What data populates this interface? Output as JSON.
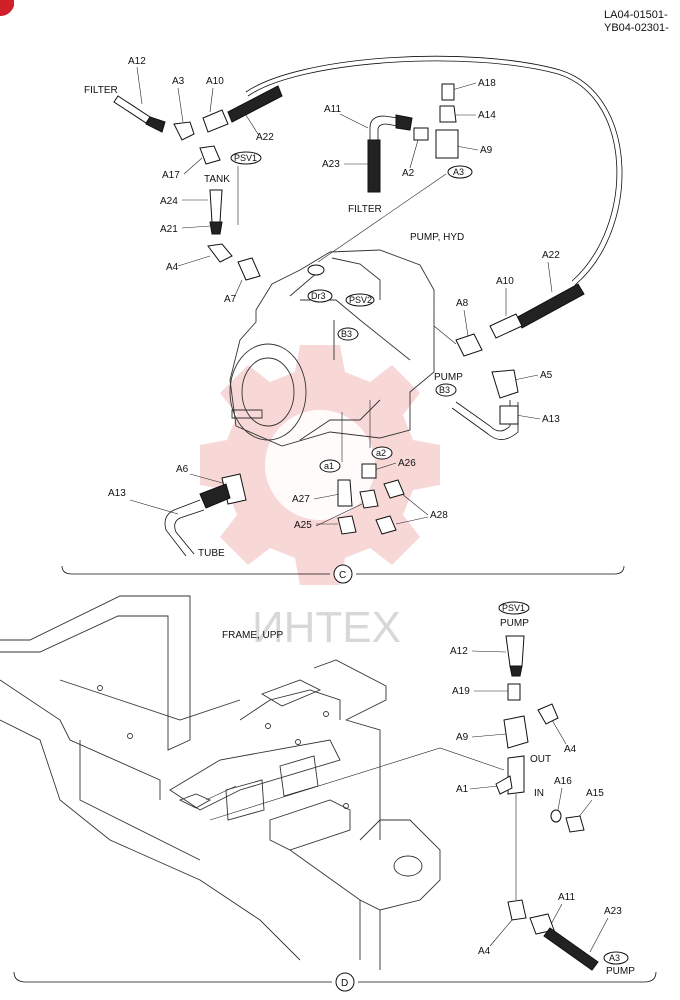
{
  "header": {
    "code_line1": "LA04-01501-",
    "code_line2": "YB04-02301-"
  },
  "watermark": {
    "text": "ИНТЕХ",
    "color": "#f2b7b7"
  },
  "section_c": {
    "marker": "C",
    "labels": {
      "filter_top": "FILTER",
      "a12": "A12",
      "a3": "A3",
      "a10_top": "A10",
      "a22_top": "A22",
      "a17": "A17",
      "psv1": "PSV1",
      "tank": "TANK",
      "a24": "A24",
      "a21": "A21",
      "a4": "A4",
      "a7": "A7",
      "a11": "A11",
      "a23": "A23",
      "filter_mid": "FILTER",
      "a2": "A2",
      "a18": "A18",
      "a14": "A14",
      "a9": "A9",
      "a3_badge": "A3",
      "pump_hyd": "PUMP, HYD",
      "a22_right": "A22",
      "a10_right": "A10",
      "a8": "A8",
      "dr3": "Dr3",
      "psv2": "PSV2",
      "b3_pump": "B3",
      "pump": "PUMP",
      "b3_badge": "B3",
      "a5": "A5",
      "a13_right": "A13",
      "a6": "A6",
      "a13_left": "A13",
      "tube": "TUBE",
      "a1_badge": "a1",
      "a2_badge": "a2",
      "a26": "A26",
      "a27": "A27",
      "a25": "A25",
      "a28": "A28"
    }
  },
  "section_d": {
    "marker": "D",
    "labels": {
      "frame_upp": "FRAME, UPP",
      "psv1": "PSV1",
      "pump_top": "PUMP",
      "a12": "A12",
      "a19": "A19",
      "a9": "A9",
      "a4_top": "A4",
      "out": "OUT",
      "a1": "A1",
      "in": "IN",
      "a16": "A16",
      "a15": "A15",
      "a4_bottom": "A4",
      "a11": "A11",
      "a23": "A23",
      "a3_badge": "A3",
      "pump_bottom": "PUMP"
    }
  }
}
